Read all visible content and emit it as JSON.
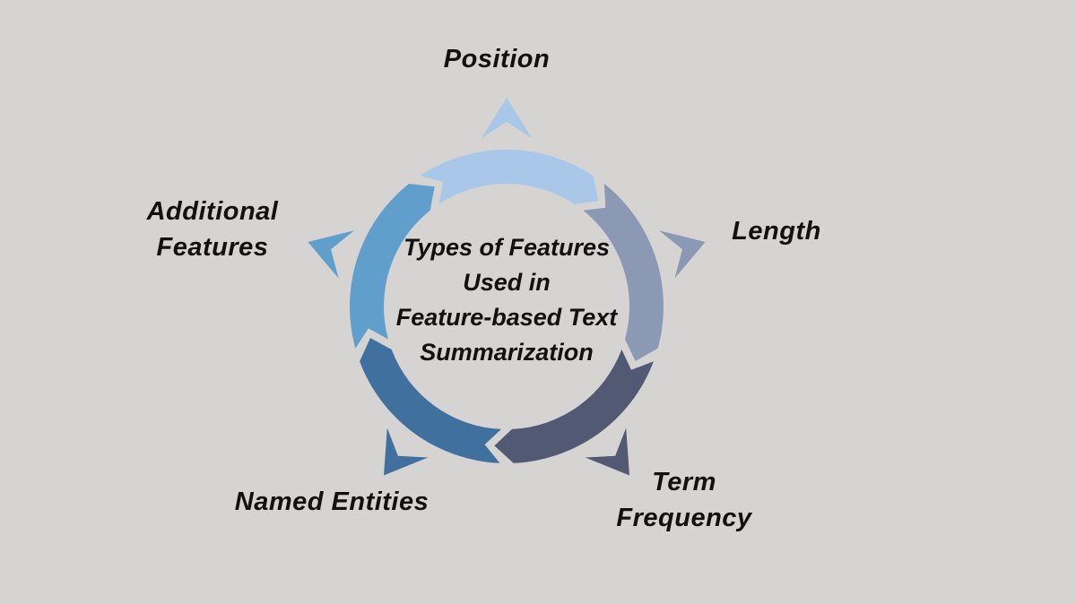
{
  "background_color": "#d5d4d3",
  "text_color": "#111111",
  "title": {
    "text": "Types of Features Used in Feature-based Text Summarization",
    "lines": [
      "Types of Features",
      "Used in",
      "Feature-based Text",
      "Summarization"
    ]
  },
  "diagram": {
    "type": "circular-cycle",
    "flow_direction": "clockwise",
    "segment_count": 5
  },
  "segments": [
    {
      "id": "position",
      "label": "Position",
      "color": "#a9c7e8",
      "angle": -90
    },
    {
      "id": "length",
      "label": "Length",
      "color": "#8c99b4",
      "angle": -18
    },
    {
      "id": "term-frequency",
      "label": "Term Frequency",
      "color": "#515a72",
      "angle": 54
    },
    {
      "id": "named-entities",
      "label": "Named Entities",
      "color": "#40709d",
      "angle": 126
    },
    {
      "id": "additional-features",
      "label": "Additional Features",
      "color": "#609fcc",
      "angle": 198
    }
  ]
}
